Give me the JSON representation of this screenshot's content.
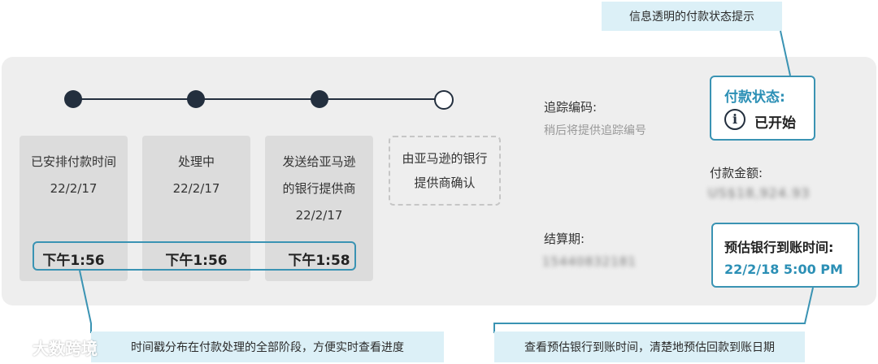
{
  "callouts": {
    "top": "信息透明的付款状态提示",
    "bottom_left": "时间戳分布在付款处理的全部阶段，方便实时查看进度",
    "bottom_right": "查看预估银行到账时间，清楚地预估回款到账日期"
  },
  "timeline": {
    "steps": [
      {
        "lines": [
          "已安排付款时间",
          "22/2/17"
        ],
        "time": "下午1:56",
        "completed": true
      },
      {
        "lines": [
          "处理中",
          "22/2/17"
        ],
        "time": "下午1:56",
        "completed": true
      },
      {
        "lines": [
          "发送给亚马逊",
          "的银行提供商",
          "22/2/17"
        ],
        "time": "下午1:58",
        "completed": true
      },
      {
        "lines": [
          "由亚马逊的银行",
          "提供商确认"
        ],
        "completed": false
      }
    ]
  },
  "tracking": {
    "label": "追踪编码:",
    "note": "稍后将提供追踪编号"
  },
  "settlement": {
    "label": "结算期:",
    "value": "15440832181"
  },
  "payment_status": {
    "title": "付款状态:",
    "icon": "info-icon",
    "value": "已开始"
  },
  "amount": {
    "label": "付款金额:",
    "value": "US$18,924.93"
  },
  "estimated_arrival": {
    "title": "预估银行到账时间:",
    "value": "22/2/18 5:00 PM"
  },
  "watermark": "大数跨境",
  "colors": {
    "accent": "#2b8fb5",
    "callout_bg": "#dcf0f7",
    "panel_bg": "#eeeeee",
    "dot": "#232f3e"
  }
}
